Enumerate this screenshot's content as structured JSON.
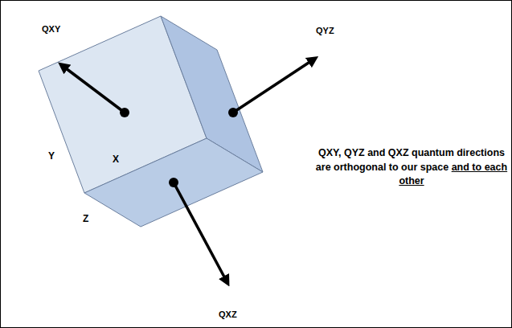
{
  "diagram": {
    "labels": [
      "QXY",
      "QYZ",
      "QXZ",
      "Y",
      "X",
      "Z",
      "QXY, QYZ and QXZ quantum directions are orthogonal to our space",
      "and to each other"
    ]
  }
}
